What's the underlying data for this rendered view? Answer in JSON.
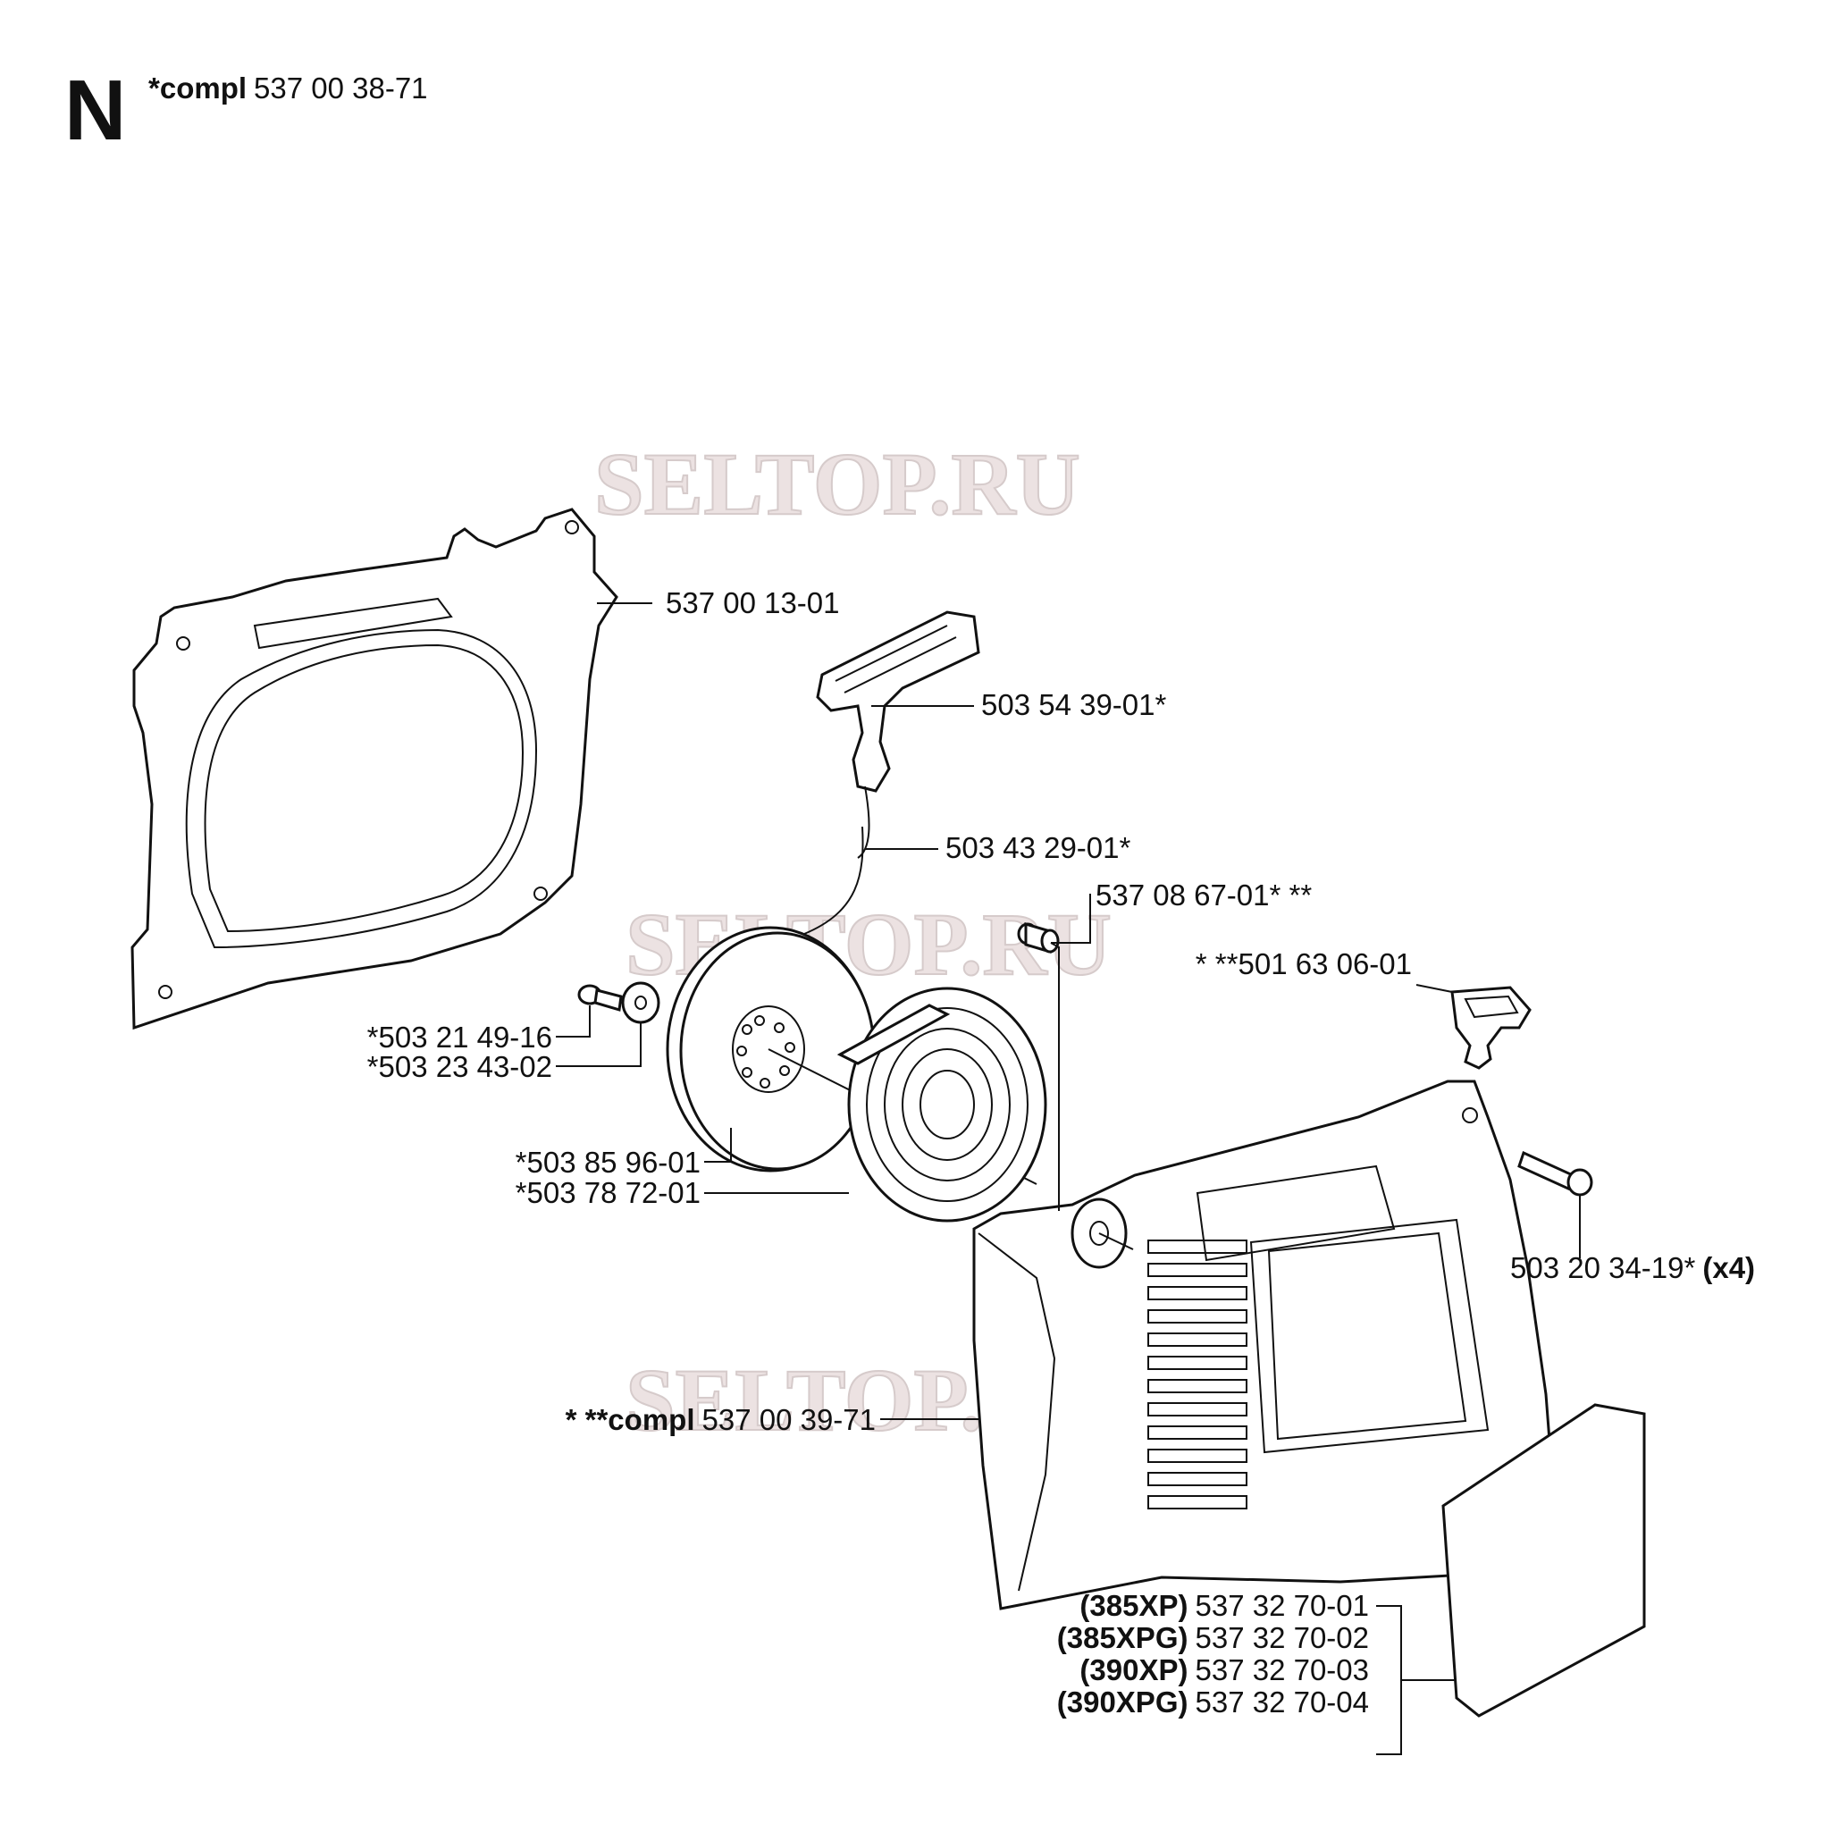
{
  "header": {
    "section_letter": "N",
    "assembly_prefix": "*compl",
    "assembly_number": "537 00 38-71"
  },
  "watermark": "SELTOP.RU",
  "callouts": [
    {
      "id": "fan-housing",
      "text": "537 00 13-01"
    },
    {
      "id": "starter-handle",
      "text": "503 54 39-01*"
    },
    {
      "id": "starter-cord",
      "text": "503 43 29-01*"
    },
    {
      "id": "bushing",
      "text": "537 08 67-01* **"
    },
    {
      "id": "damper",
      "text": "* **501 63 06-01"
    },
    {
      "id": "screw-small",
      "text": "*503 21 49-16"
    },
    {
      "id": "washer",
      "text": "*503 23 43-02"
    },
    {
      "id": "pulley",
      "text": "*503 85 96-01"
    },
    {
      "id": "spring",
      "text": "*503 78 72-01"
    },
    {
      "id": "cover-screw",
      "text": "503 20 34-19*",
      "qty": "(x4)"
    },
    {
      "id": "starter-cover",
      "prefix": "* **compl",
      "text": "537 00 39-71"
    }
  ],
  "decals": [
    {
      "model": "(385XP)",
      "part": "537 32 70-01"
    },
    {
      "model": "(385XPG)",
      "part": "537 32 70-02"
    },
    {
      "model": "(390XP)",
      "part": "537 32 70-03"
    },
    {
      "model": "(390XPG)",
      "part": "537 32 70-04"
    }
  ]
}
